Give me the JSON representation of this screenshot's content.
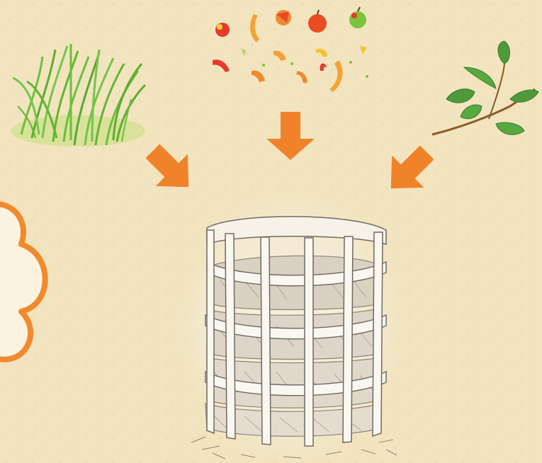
{
  "scene": {
    "inputs": [
      {
        "id": "grass",
        "icon": "grass-icon"
      },
      {
        "id": "food-scraps",
        "icon": "fruit-scraps-icon"
      },
      {
        "id": "leaves",
        "icon": "leaf-branch-icon"
      }
    ],
    "arrows": [
      {
        "id": "from-grass",
        "icon": "arrow-down-right-icon"
      },
      {
        "id": "from-food-scraps",
        "icon": "arrow-down-icon"
      },
      {
        "id": "from-leaves",
        "icon": "arrow-down-left-icon"
      }
    ],
    "target": {
      "id": "compost-bin",
      "icon": "compost-bin-icon"
    },
    "badge": {
      "id": "step-badge",
      "icon": "orange-scalloped-badge-icon",
      "label": ""
    }
  },
  "colors": {
    "background": "#f2e4bf",
    "arrow": "#f0832a",
    "badge_stroke": "#f08a2e",
    "badge_fill": "#fbf3df",
    "grass": "#6cbf3a",
    "leaf": "#4e9a3a"
  }
}
